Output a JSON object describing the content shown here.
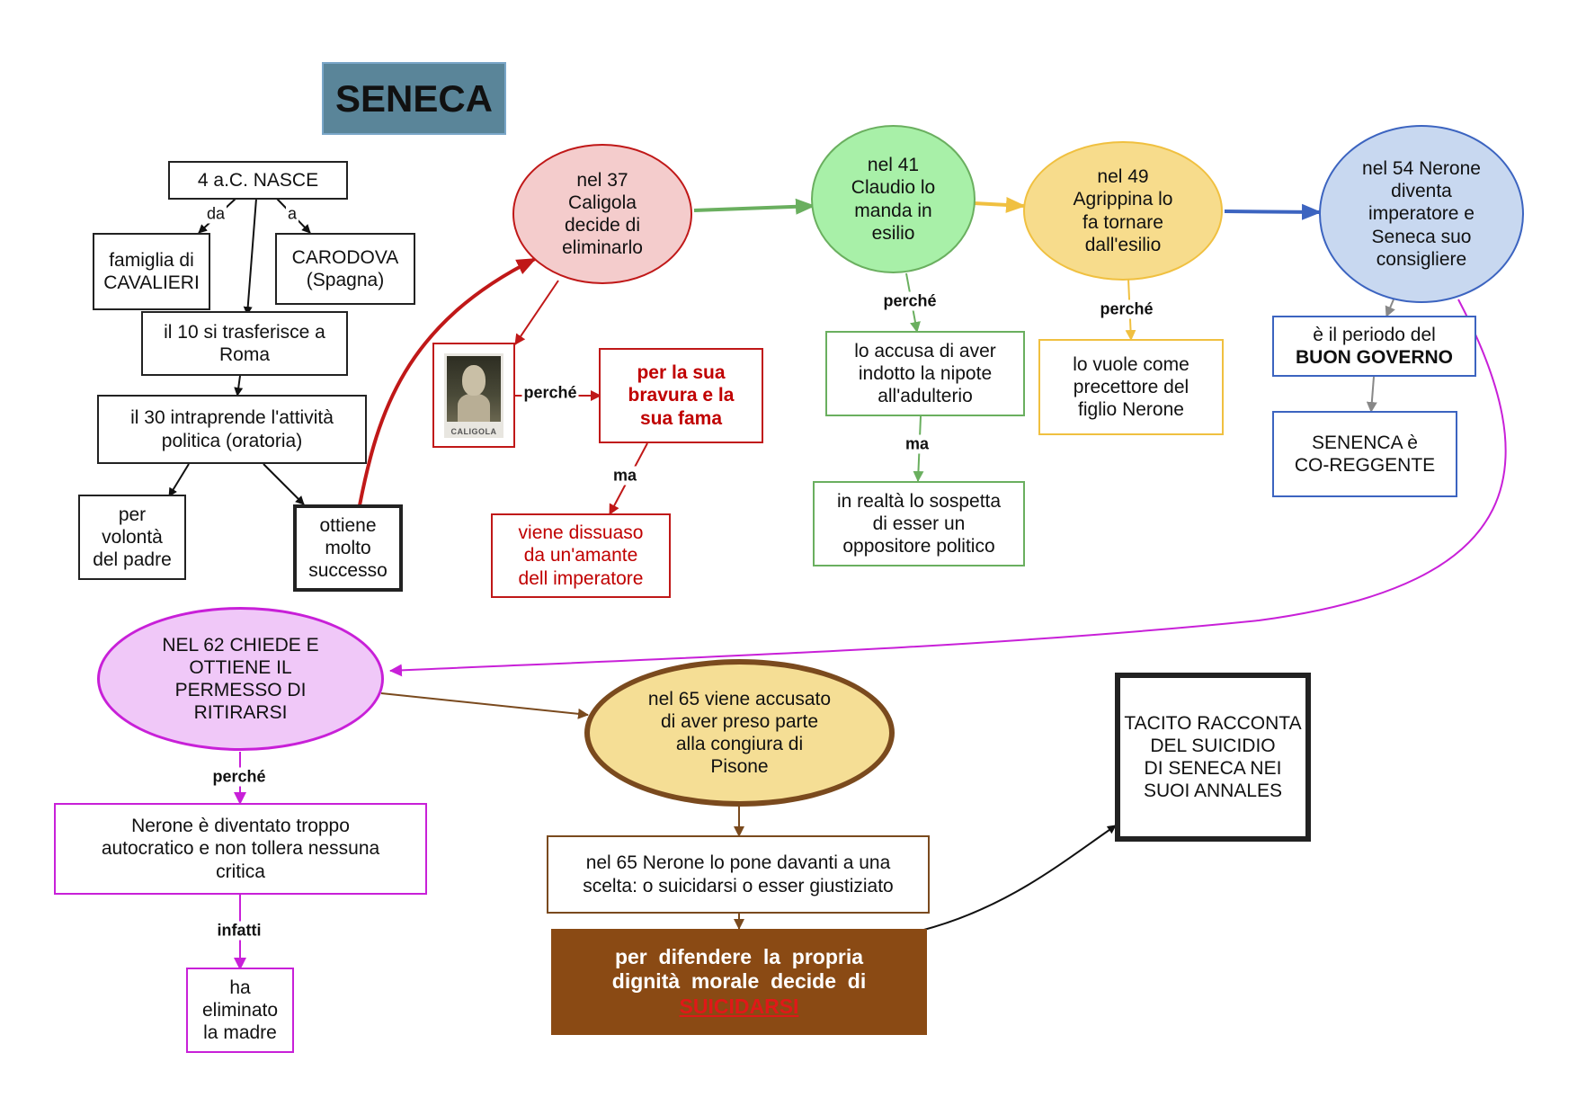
{
  "title": "SENECA",
  "nodes": {
    "nasce": "4 a.C. NASCE",
    "famiglia": [
      "famiglia di",
      "CAVALIERI"
    ],
    "carodova": [
      "CARODOVA",
      "(Spagna)"
    ],
    "roma": [
      "il 10 si trasferisce a",
      "Roma"
    ],
    "politica": [
      "il 30 intraprende l'attività",
      "politica (oratoria)"
    ],
    "padre": [
      "per",
      "volontà",
      "del padre"
    ],
    "successo": [
      "ottiene",
      "molto",
      "successo"
    ],
    "nel37": [
      "nel 37",
      "Caligola",
      "decide di",
      "eliminarlo"
    ],
    "caligola_caption": "CALIGOLA",
    "bravura": [
      "per la sua",
      "bravura e la",
      "sua fama"
    ],
    "dissuaso": [
      "viene dissuaso",
      "da un'amante",
      "dell imperatore"
    ],
    "nel41": [
      "nel 41",
      "Claudio lo",
      "manda in",
      "esilio"
    ],
    "accusa": [
      "lo accusa di aver",
      "indotto la nipote",
      "all'adulterio"
    ],
    "realta": [
      "in realtà  lo sospetta",
      "di esser un",
      "oppositore politico"
    ],
    "nel49": [
      "nel 49",
      "Agrippina lo",
      "fa tornare",
      "dall'esilio"
    ],
    "precettore": [
      "lo vuole come",
      "precettore del",
      "figlio Nerone"
    ],
    "nel54": [
      "nel 54 Nerone",
      "diventa",
      "imperatore e",
      "Seneca suo",
      "consigliere"
    ],
    "buongoverno": [
      "è il periodo del",
      "BUON GOVERNO"
    ],
    "coreggente": [
      "SENENCA è",
      "CO-REGGENTE"
    ],
    "nel62": [
      "NEL 62 CHIEDE E",
      "OTTIENE IL",
      "PERMESSO DI",
      "RITIRARSI"
    ],
    "autocratico": [
      "Nerone è diventato troppo",
      "autocratico e non tollera nessuna",
      "critica"
    ],
    "madre": [
      "ha",
      "eliminato",
      "la madre"
    ],
    "nel65": [
      "nel 65 viene accusato",
      "di aver preso parte",
      "alla congiura di",
      "Pisone"
    ],
    "scelta": [
      "nel 65 Nerone lo pone davanti a una",
      "scelta: o suicidarsi o esser giustiziato"
    ],
    "dignita": [
      "per  difendere  la  propria",
      "dignità  morale  decide  di"
    ],
    "suicidarsi": "SUICIDARSI",
    "tacito": [
      "TACITO RACCONTA",
      "DEL SUICIDIO",
      "DI SENECA NEI",
      "SUOI ANNALES"
    ]
  },
  "link_labels": {
    "da": "da",
    "a": "a",
    "perche_caligola": "perché",
    "ma_caligola": "ma",
    "perche_41": "perché",
    "ma_41": "ma",
    "perche_49": "perché",
    "perche_62": "perché",
    "infatti": "infatti"
  },
  "colors": {
    "red": "#c01818",
    "green": "#6aaf5f",
    "yellow": "#f0c040",
    "blue": "#3c64c0",
    "gray": "#888888",
    "magenta": "#c820d8",
    "brown": "#7a4a1e",
    "pink_fill": "#f4cccc",
    "green_fill": "#a8f0a8",
    "yellow_fill": "#f7dc8c",
    "blue_fill": "#c8d8f0",
    "magenta_fill": "#f0c8f8",
    "tan_fill": "#f5de95",
    "brown_fill": "#8a4a14"
  }
}
